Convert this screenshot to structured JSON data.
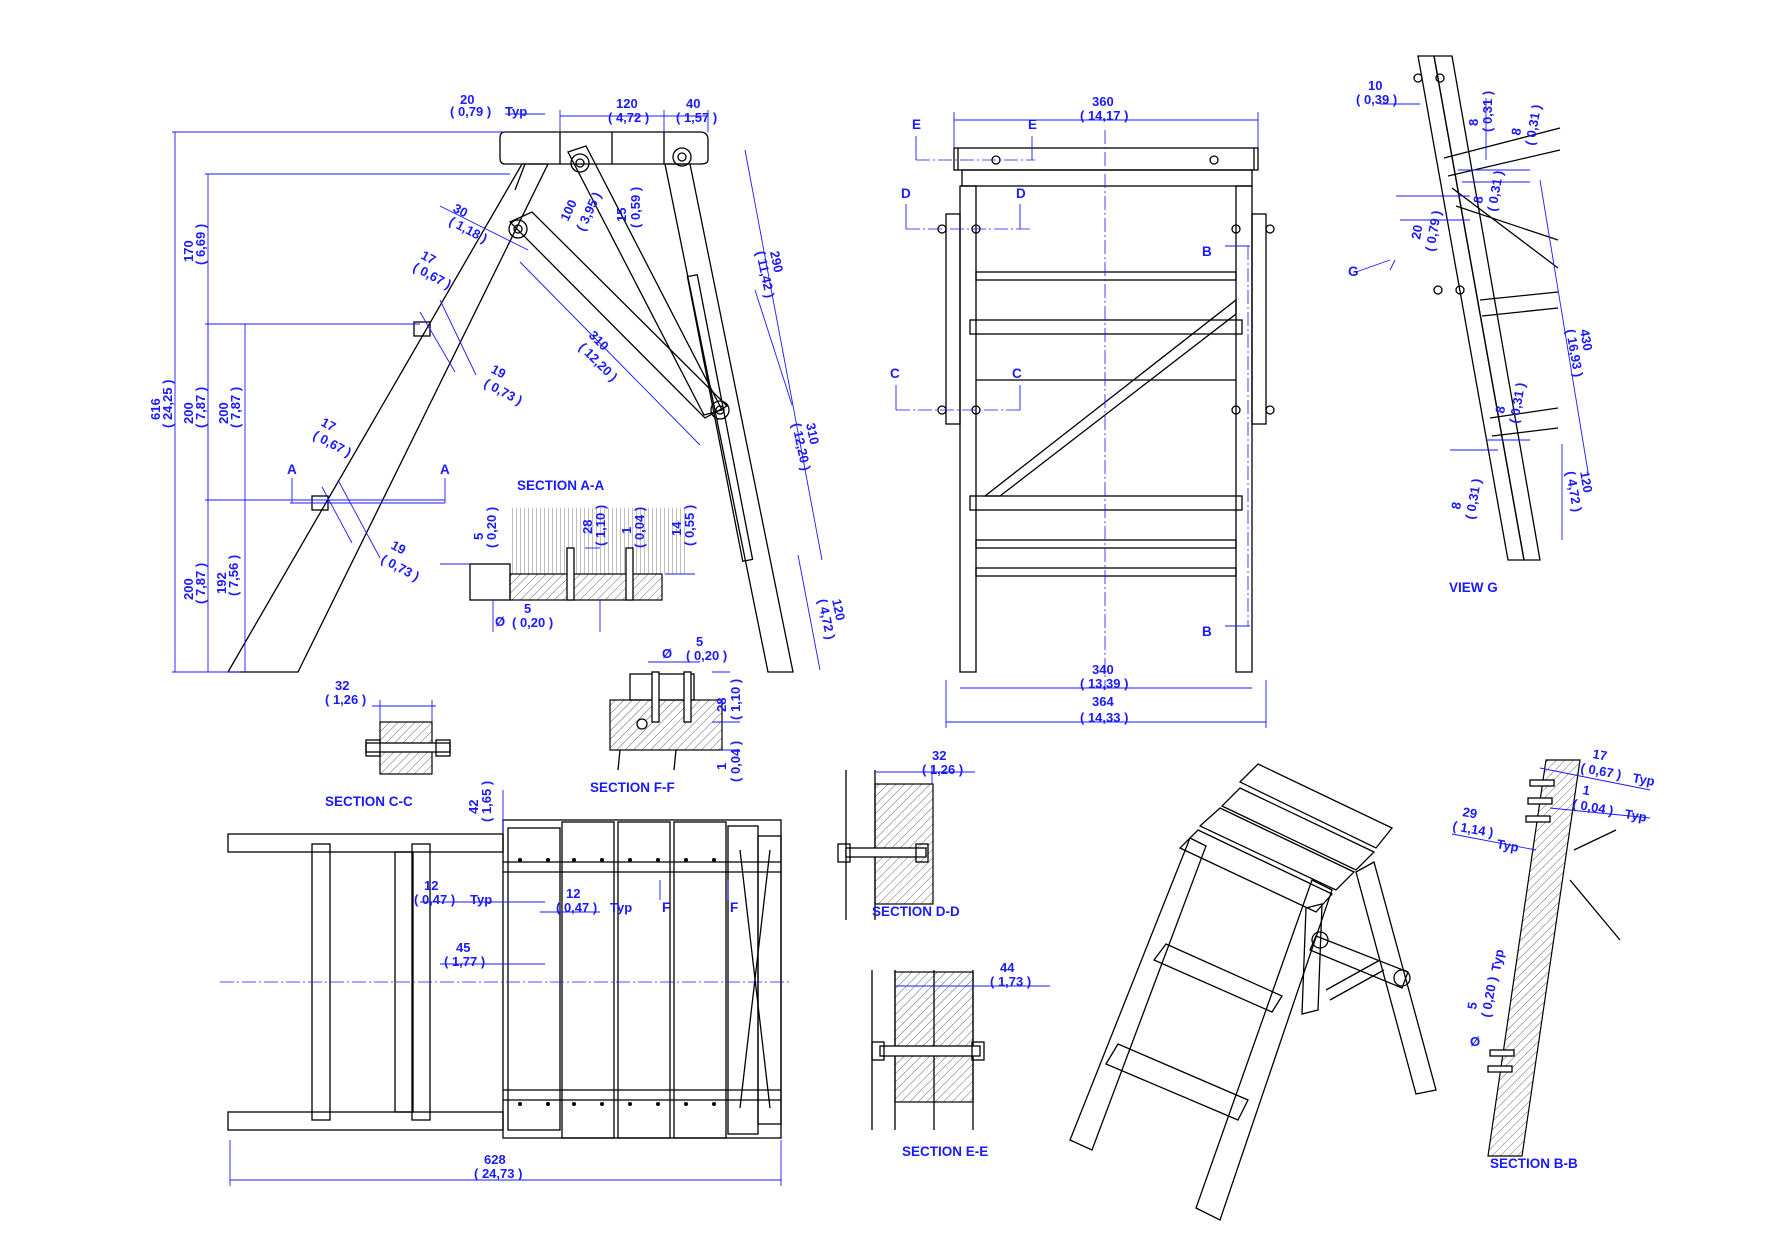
{
  "side_view": {
    "d20": "20",
    "d20i": "( 0,79 )",
    "typ": "Typ",
    "d120": "120",
    "d120i": "( 4,72 )",
    "d40": "40",
    "d40i": "( 1,57 )",
    "d100": "100",
    "d100i": "( 3,95 )",
    "d15": "15",
    "d15i": "( 0,59 )",
    "d30": "30",
    "d30i": "( 1,18 )",
    "d17a": "17",
    "d17ai": "( 0,67 )",
    "d19a": "19",
    "d19ai": "( 0,73 )",
    "d17b": "17",
    "d17bi": "( 0,67 )",
    "d19b": "19",
    "d19bi": "( 0,73 )",
    "d310a": "310",
    "d310ai": "( 12,20 )",
    "d290": "290",
    "d290i": "( 11,42 )",
    "d310b": "310",
    "d310bi": "( 12,20 )",
    "d120b": "120",
    "d120bi": "( 4,72 )",
    "d616": "616",
    "d616i": "( 24,25 )",
    "d170": "170",
    "d170i": "( 6,69 )",
    "d200a": "200",
    "d200ai": "( 7,87 )",
    "d200b": "200",
    "d200bi": "( 7,87 )",
    "d192": "192",
    "d192i": "( 7,56 )",
    "d200c": "200",
    "d200ci": "( 7,87 )",
    "secA": "A"
  },
  "section_aa": {
    "title": "SECTION A-A",
    "d5": "5",
    "d5i": "( 0,20 )",
    "d28": "28",
    "d28i": "( 1,10 )",
    "d1": "1",
    "d1i": "( 0,04 )",
    "d14": "14",
    "d14i": "( 0,55 )",
    "dia": "Ø",
    "dd5": "5",
    "dd5i": "( 0,20 )"
  },
  "front_view": {
    "d360": "360",
    "d360i": "( 14,17 )",
    "d340": "340",
    "d340i": "( 13,39 )",
    "d364": "364",
    "d364i": "( 14,33 )",
    "E": "E",
    "D": "D",
    "C": "C",
    "B": "B"
  },
  "view_g": {
    "title": "VIEW G",
    "G": "G",
    "d10": "10",
    "d10i": "( 0,39 )",
    "d8": "8",
    "d8i": "( 0,31 )",
    "d20": "20",
    "d20i": "( 0,79 )",
    "d430": "430",
    "d430i": "( 16,93 )",
    "d120": "120",
    "d120i": "( 4,72 )"
  },
  "section_cc": {
    "title": "SECTION C-C",
    "d32": "32",
    "d32i": "( 1,26 )"
  },
  "section_ff": {
    "title": "SECTION F-F",
    "dia": "Ø",
    "d5": "5",
    "d5i": "( 0,20 )",
    "d28": "28",
    "d28i": "( 1,10 )",
    "d1": "1",
    "d1i": "( 0,04 )"
  },
  "top_view": {
    "d42": "42",
    "d42i": "( 1,65 )",
    "d12a": "12",
    "d12ai": "( 0,47 )",
    "d12b": "12",
    "d12bi": "( 0,47 )",
    "typ": "Typ",
    "d45": "45",
    "d45i": "( 1,77 )",
    "F": "F",
    "d628": "628",
    "d628i": "( 24,73 )"
  },
  "section_dd": {
    "title": "SECTION D-D",
    "d32": "32",
    "d32i": "( 1,26 )"
  },
  "section_ee": {
    "title": "SECTION E-E",
    "d44": "44",
    "d44i": "( 1,73 )"
  },
  "section_bb": {
    "title": "SECTION B-B",
    "d17": "17",
    "d17i": "( 0,67 )",
    "d1": "1",
    "d1i": "( 0,04 )",
    "d29": "29",
    "d29i": "( 1,14 )",
    "typ": "Typ",
    "d5": "5",
    "d5i": "( 0,20 )",
    "dia": "Ø"
  }
}
